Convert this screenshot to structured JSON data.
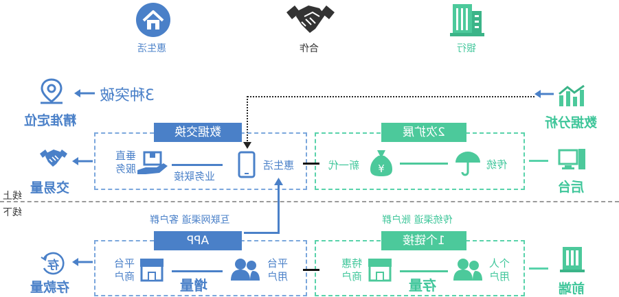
{
  "top": {
    "huishenghuo": "惠生活",
    "hezuo": "合作",
    "yinhang": "银行"
  },
  "left": {
    "breakthrough": "3种突破",
    "precise": "精准定位",
    "transaction": "交易量",
    "deposit": "存款量",
    "deposit_icon": "存"
  },
  "right": {
    "analysis": "数据分析",
    "backend": "后台",
    "frontend": "前端"
  },
  "divider": {
    "online": "线上",
    "offline": "线下"
  },
  "online_blue": {
    "tag": "数据交换",
    "vertical_service": "垂直服务",
    "business": "业务联接",
    "huishenghuo": "惠生活"
  },
  "online_green": {
    "tag": "2次扩展",
    "new_gen": "新一代",
    "traditional": "传统"
  },
  "middle": {
    "left_caption": "互联网渠道  客户群",
    "right_caption": "传统渠道  账户群"
  },
  "offline_blue": {
    "tag": "APP",
    "platform_merchant": "平台商户",
    "increment": "增量",
    "platform_user": "平台用户"
  },
  "offline_green": {
    "tag": "1个链接",
    "special_merchant": "特惠商户",
    "stock": "存量",
    "personal_user": "个人用户"
  },
  "colors": {
    "blue": "#4a80c8",
    "green": "#3fc69a",
    "light_blue": "#7aa6dc",
    "light_green": "#58d2aa"
  }
}
